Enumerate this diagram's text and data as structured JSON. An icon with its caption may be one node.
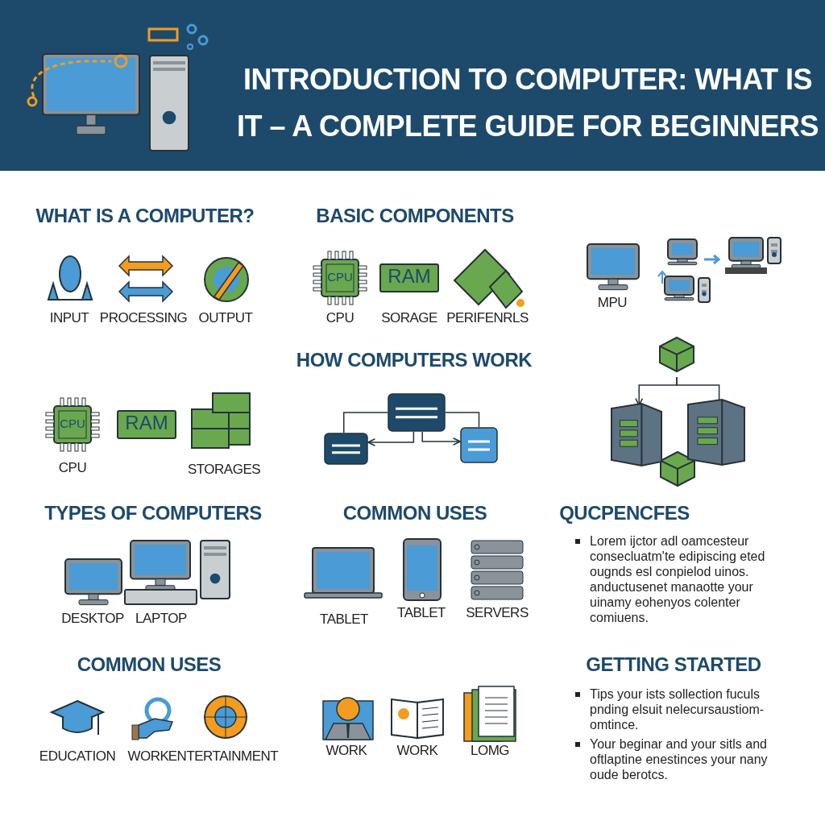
{
  "diagram": {
    "title": "INTRODUCTION TO COMPUTER: WHAT IS IT – A COMPLETE GUIDE FOR BEGINNERS",
    "nodes": [
      {
        "text": [],
        "shape": "box"
      },
      {
        "text": [],
        "shape": "box"
      },
      {
        "text": [],
        "shape": "box"
      },
      {
        "text": [],
        "shape": "cube"
      },
      {
        "text": [],
        "shape": "server"
      },
      {
        "text": [],
        "shape": "server"
      }
    ],
    "edges": [
      {
        "from": 0,
        "to": 1,
        "arrow": "none"
      },
      {
        "from": 0,
        "to": 2,
        "arrow": "none"
      },
      {
        "from": 0,
        "to": 1,
        "arrow": "to"
      },
      {
        "from": 0,
        "to": 2,
        "arrow": "to"
      },
      {
        "from": 3,
        "to": 4,
        "arrow": "to"
      },
      {
        "from": 3,
        "to": 5,
        "arrow": "none"
      }
    ],
    "labels": [
      "WHAT IS A COMPUTER?",
      "BASIC COMPONENTS",
      "INPUT",
      "PROCESSING",
      "OUTPUT",
      "CPU",
      "RAM",
      "CPU",
      "SORAGE",
      "PERIFENRLS",
      "MPU",
      "HOW COMPUTERS WORK",
      "CPU",
      "RAM",
      "CPU",
      "STORAGES",
      "TYPES OF COMPUTERS",
      "COMMON USES",
      "QUCPENCFES",
      "Lorem ijctor adl oamcesteur consecluatm'te edipiscing eted ougnds esl conpielod uinos. anductusenet manaotte your uinamy eohenyos colenter comiuens.",
      "DESKTOP",
      "LAPTOP",
      "TABLET",
      "TABLET",
      "SERVERS",
      "COMMON USES",
      "GETTING STARTED",
      "Tips your ists sollection fuculs pnding elsuit nelecursaustiom-omtince.",
      "EDUCATION",
      "WORK",
      "ENTERTAINMENT",
      "WORK",
      "WORK",
      "LOMG",
      "Your beginar and your sitls and oftlaptine enestinces your nany oude berotcs."
    ]
  }
}
